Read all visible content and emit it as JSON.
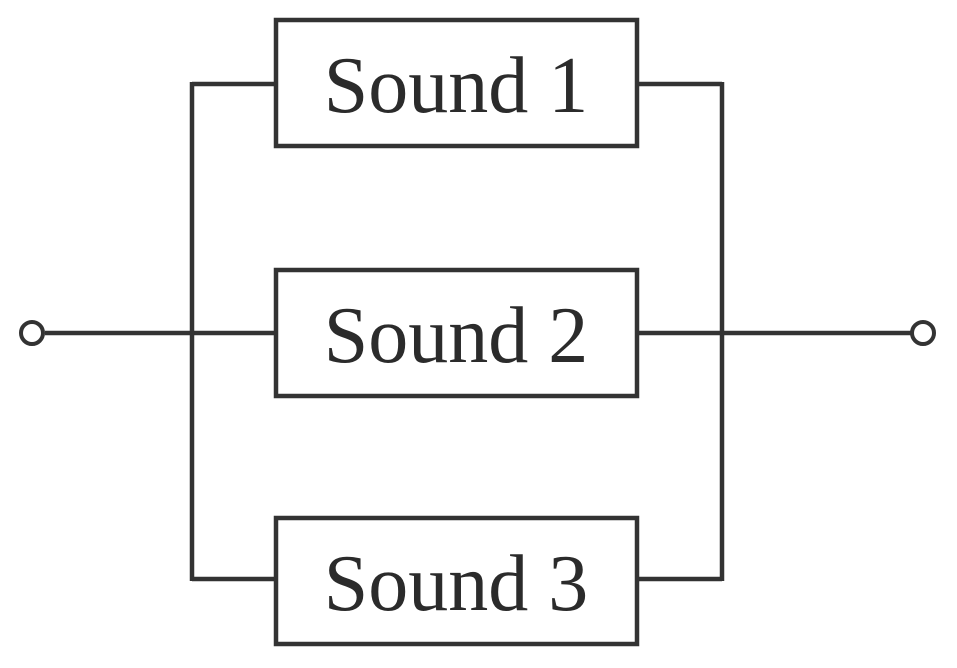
{
  "components": [
    {
      "id": "sound-1",
      "label": "Sound 1"
    },
    {
      "id": "sound-2",
      "label": "Sound 2"
    },
    {
      "id": "sound-3",
      "label": "Sound 3"
    }
  ],
  "connection": "parallel",
  "colors": {
    "line": "#333333",
    "text": "#2b2b2b",
    "background": "#ffffff"
  }
}
